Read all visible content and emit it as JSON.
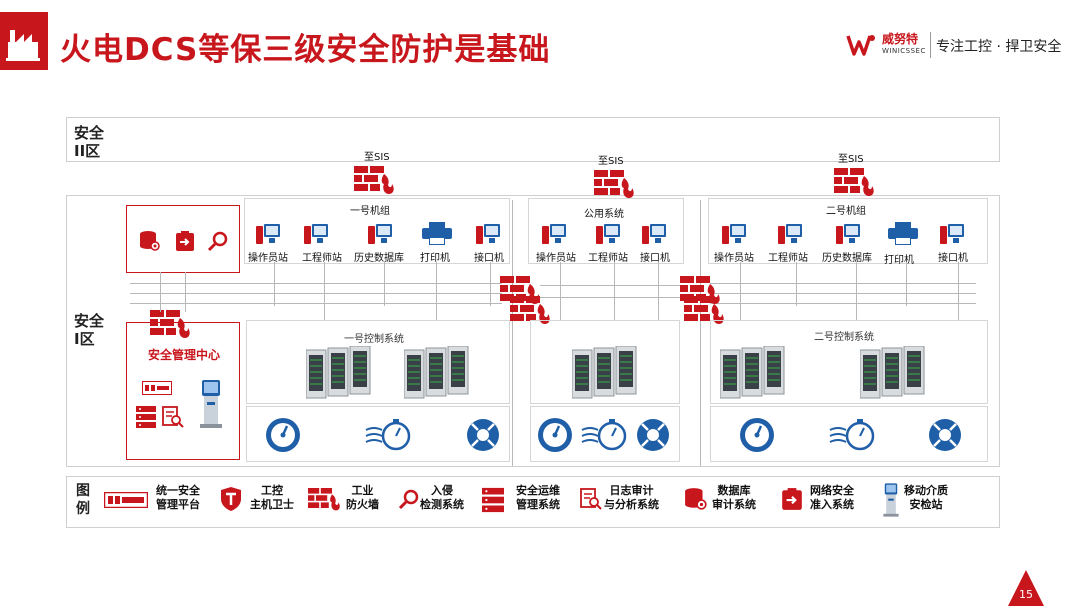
{
  "header": {
    "title": "火电DCS等保三级安全防护是基础",
    "brand_name": "威努特",
    "brand_sub": "WINICSSEC",
    "slogan": "专注工控 · 捍卫安全"
  },
  "zones": {
    "zone2_label": "安全\nII区",
    "zone1_label": "安全\nI区"
  },
  "to_sis": "至SIS",
  "sections": {
    "unit1": "一号机组",
    "public": "公用系统",
    "unit2": "二号机组",
    "ctrl1": "一号控制系统",
    "ctrl2": "二号控制系统",
    "mgmt_center": "安全管理中心"
  },
  "devices": {
    "unit1": [
      "操作员站",
      "工程师站",
      "历史数据库",
      "打印机",
      "接口机"
    ],
    "public": [
      "操作员站",
      "工程师站",
      "接口机"
    ],
    "unit2": [
      "操作员站",
      "工程师站",
      "历史数据库",
      "打印机",
      "接口机"
    ]
  },
  "legend": {
    "title": "图\n例",
    "items": [
      {
        "label": "统一安全\n管理平台",
        "icon": "platform-icon"
      },
      {
        "label": "工控\n主机卫士",
        "icon": "shield-icon"
      },
      {
        "label": "工业\n防火墙",
        "icon": "firewall-icon"
      },
      {
        "label": "入侵\n检测系统",
        "icon": "ids-icon"
      },
      {
        "label": "安全运维\n管理系统",
        "icon": "ops-icon"
      },
      {
        "label": "日志审计\n与分析系统",
        "icon": "log-audit-icon"
      },
      {
        "label": "数据库\n审计系统",
        "icon": "db-audit-icon"
      },
      {
        "label": "网络安全\n准入系统",
        "icon": "access-icon"
      },
      {
        "label": "移动介质\n安检站",
        "icon": "kiosk-icon"
      }
    ]
  },
  "page_number": "15",
  "colors": {
    "accent": "#c8161d",
    "device_blue": "#1f5fa8"
  }
}
